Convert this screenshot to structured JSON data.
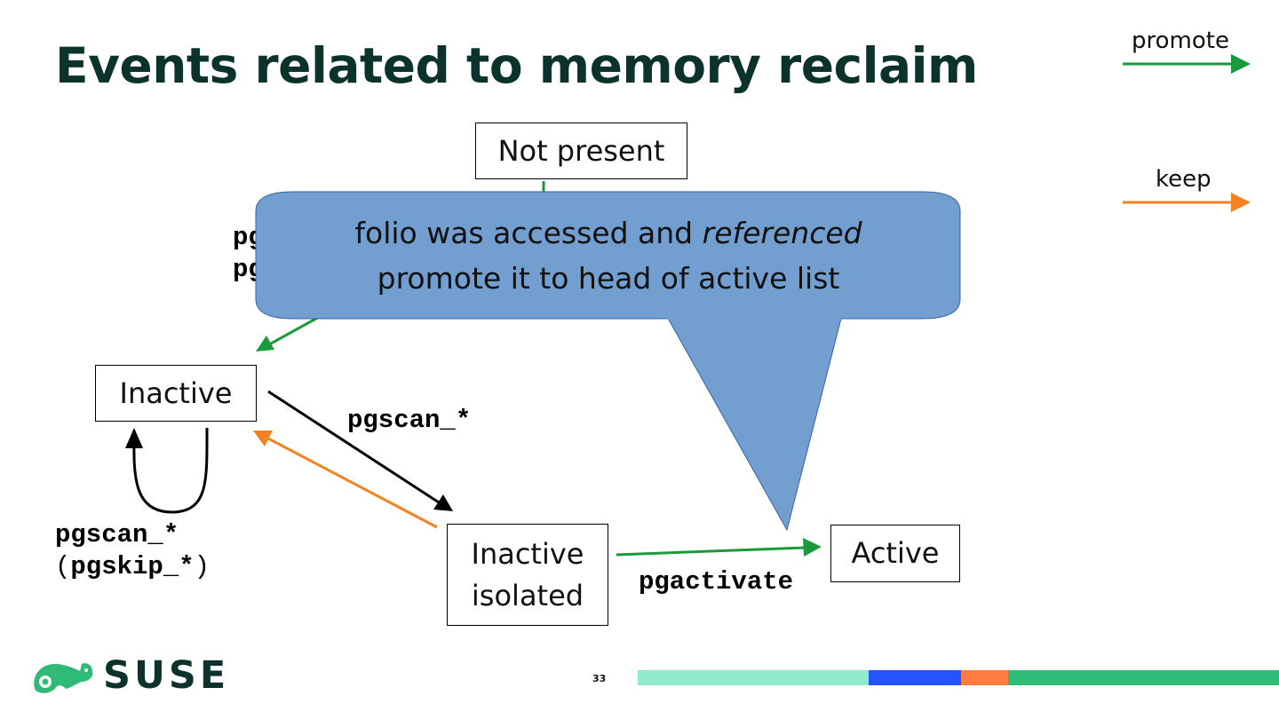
{
  "title": "Events related to memory reclaim",
  "legend": {
    "promote": {
      "label": "promote",
      "color": "#1a9a3a"
    },
    "keep": {
      "label": "keep",
      "color": "#f58220"
    }
  },
  "states": {
    "not_present": "Not present",
    "inactive": "Inactive",
    "inactive_isolated_line1": "Inactive",
    "inactive_isolated_line2": "isolated",
    "active": "Active"
  },
  "event_labels": {
    "hidden_line1": "pg",
    "hidden_line2": "pg",
    "pgscan_to_isolated": "pgscan_*",
    "pgscan_loop": "pgscan_*",
    "pgskip_open": "(",
    "pgskip": "pgskip_*",
    "pgskip_close": ")",
    "pgactivate": "pgactivate"
  },
  "callout": {
    "line1_prefix": "folio was accessed and ",
    "line1_emphasis": "referenced",
    "line2": "promote it to head of active list",
    "fill_color": "#729fcf"
  },
  "footer": {
    "logo_text": "SUSE",
    "page_number": "33",
    "bar_colors": [
      "#90ebcd",
      "#2453ff",
      "#fe7c3f",
      "#30ba78"
    ]
  }
}
